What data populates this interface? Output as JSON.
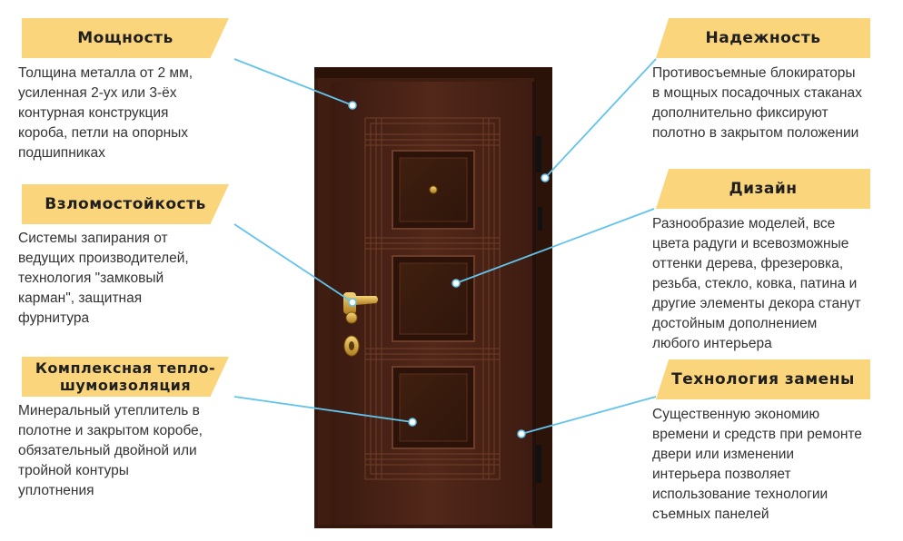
{
  "callouts": {
    "power": {
      "title": "Мощность",
      "lines": [
        "Толщина металла от 2 мм,",
        "усиленная 2-ух или 3-ёх",
        "контурная конструкция",
        "короба, петли на опорных",
        "подшипниках"
      ]
    },
    "burglary": {
      "title": "Взломостойкость",
      "lines": [
        "Системы запирания от",
        "ведущих производителей,",
        "технология \"замковый",
        "карман\", защитная",
        "фурнитура"
      ]
    },
    "insulation": {
      "title_lines": [
        "Комплексная тепло-",
        "шумоизоляция"
      ],
      "lines": [
        "Минеральный утеплитель в",
        "полотне и закрытом коробе,",
        "обязательный двойной или",
        "тройной контуры",
        "уплотнения"
      ]
    },
    "reliability": {
      "title": "Надежность",
      "lines": [
        "Противосъемные блокираторы",
        "в мощных посадочных стаканах",
        "дополнительно фиксируют",
        "полотно в закрытом положении"
      ]
    },
    "design": {
      "title": "Дизайн",
      "lines": [
        "Разнообразие моделей, все",
        "цвета радуги и всевозможные",
        "оттенки дерева, фрезеровка,",
        "резьба, стекло, ковка, патина и",
        "другие элементы декора станут",
        "достойным дополнением",
        "любого интерьера"
      ]
    },
    "replacement": {
      "title": "Технология замены",
      "lines": [
        "Существенную экономию",
        "времени и средств при ремонте",
        "двери или изменении",
        "интерьера позволяет",
        "использование технологии",
        "съемных панелей"
      ]
    }
  },
  "colors": {
    "banner": "#fbd57b",
    "pointer_line": "#62c3eb",
    "door_wood": "#4a2417",
    "door_frame": "#3a1a10",
    "handle_brass": "#d9a93a"
  },
  "icons": {
    "handle": "door-handle-icon",
    "lock": "keyhole-icon"
  }
}
